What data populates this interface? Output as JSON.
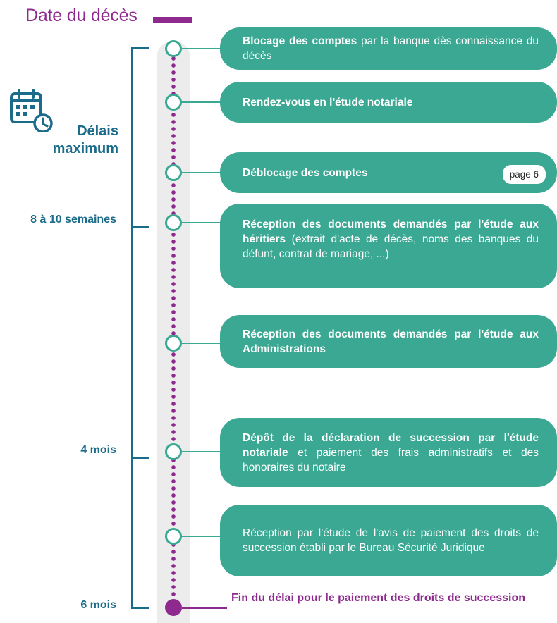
{
  "header": {
    "title": "Date du décès"
  },
  "legend": {
    "icon": "calendar-clock-icon",
    "line1": "Délais",
    "line2": "maximum"
  },
  "time_markers": [
    "8 à 10 semaines",
    "4 mois",
    "6 mois"
  ],
  "steps": [
    {
      "bold": "Blocage des comptes",
      "text": " par la banque dès connaissance du décès"
    },
    {
      "bold": "Rendez-vous en l'étude notariale",
      "text": ""
    },
    {
      "bold": "Déblocage des comptes",
      "text": "",
      "badge": "page 6"
    },
    {
      "bold": "Réception des documents demandés par l'étude aux héritiers",
      "text": " (extrait d'acte de décès, noms des banques du défunt, contrat de mariage, ...)"
    },
    {
      "bold": "Réception des documents demandés par l'étude aux Administrations",
      "text": ""
    },
    {
      "bold": "Dépôt de la déclaration de succession par l'étude notariale",
      "text": " et paiement des frais administratifs et des honoraires du notaire"
    },
    {
      "bold": "",
      "text": "Réception par l'étude de l'avis de paiement des droits de succession établi par le Bureau Sécurité Juridique"
    }
  ],
  "end": {
    "text": "Fin du délai pour le paiement des droits de succession"
  },
  "colors": {
    "purple": "#8e2a8e",
    "teal": "#3aa892",
    "blue": "#1b6b8a",
    "track": "#ececec"
  }
}
